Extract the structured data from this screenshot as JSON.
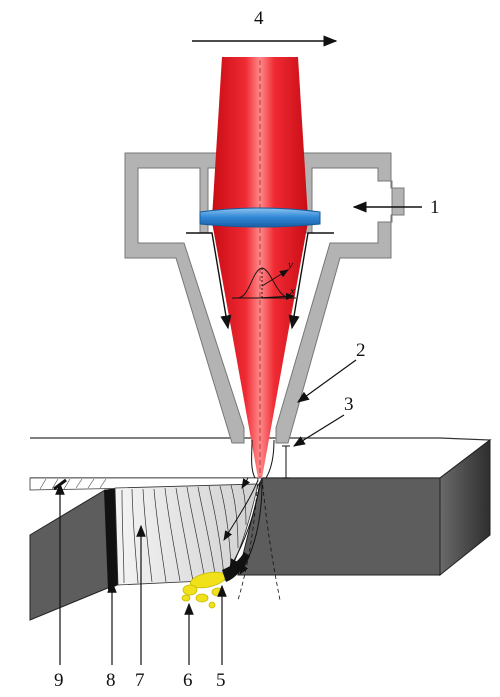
{
  "labels": {
    "gas_inlet": "1",
    "nozzle": "2",
    "standoff": "3",
    "motion": "4",
    "melt": "5",
    "dross": "6",
    "striations": "7",
    "heat_affected_zone": "8",
    "kerf": "9"
  },
  "axes": {
    "x": "x",
    "y": "y"
  },
  "colors": {
    "beam": "#e8141f",
    "beam_highlight": "#ff8a8a",
    "lens": "#2f86d6",
    "nozzle_wall": "#b3b3b3",
    "workpiece_dark": "#5d5d5d",
    "workpiece_top": "#ffffff",
    "dross": "#f0e11a"
  }
}
